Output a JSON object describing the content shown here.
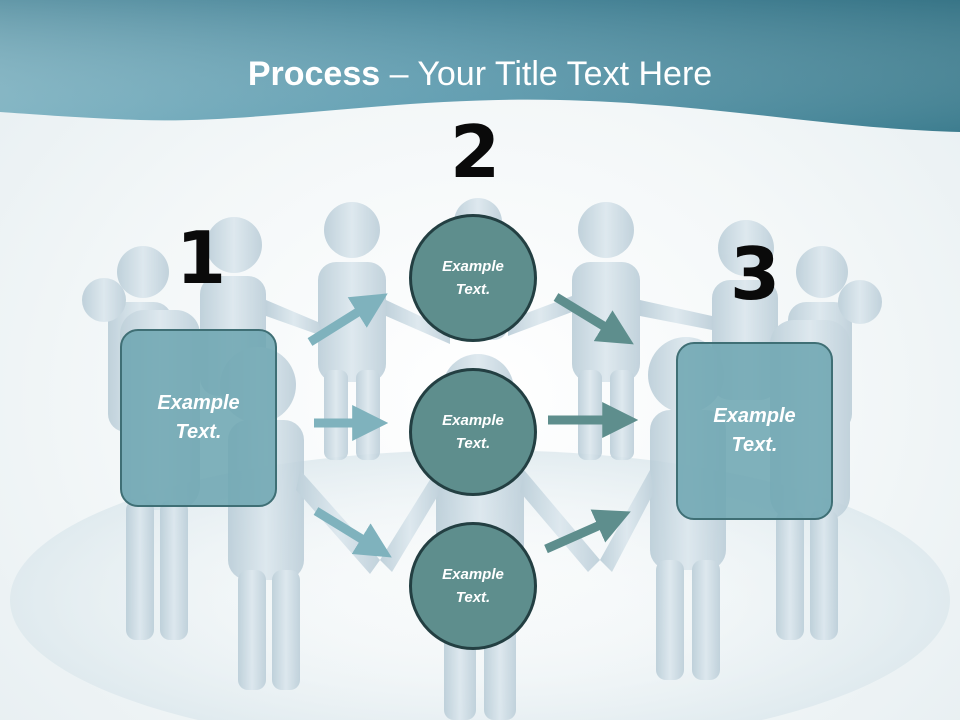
{
  "title": {
    "bold": "Process",
    "rest": " – Your Title Text Here"
  },
  "steps": [
    {
      "number": "1",
      "text": "Example\nText."
    },
    {
      "number": "2",
      "items": [
        {
          "text": "Example\nText."
        },
        {
          "text": "Example\nText."
        },
        {
          "text": "Example\nText."
        }
      ]
    },
    {
      "number": "3",
      "text": "Example\nText."
    }
  ],
  "colors": {
    "header_dark": "#3d7d8f",
    "header_light": "#7fb3c2",
    "box_fill": "#6ea6b2",
    "circle_fill": "#5e8e8d",
    "arrow_light": "#7fb2bd",
    "arrow_dark": "#5e8e8d",
    "figure": "#c9d9e2"
  },
  "background_image": "people-holding-hands-circle"
}
